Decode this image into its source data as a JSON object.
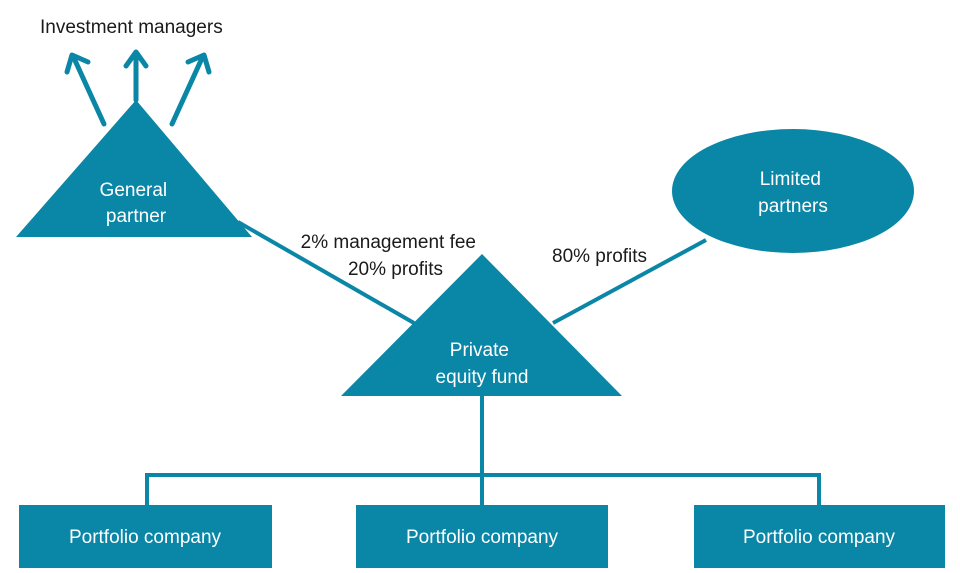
{
  "colors": {
    "accent": "#0a86a6",
    "text_dark": "#1a1a1a",
    "text_light": "#ffffff"
  },
  "investment_managers": {
    "label": "Investment managers"
  },
  "general_partner": {
    "line1": "General",
    "line2": "partner"
  },
  "limited_partners": {
    "line1": "Limited",
    "line2": "partners"
  },
  "private_equity_fund": {
    "line1": "Private",
    "line2": "equity fund"
  },
  "gp_flow": {
    "line1": "2% management fee",
    "line2": "20% profits"
  },
  "lp_flow": {
    "label": "80% profits"
  },
  "portfolio_companies": [
    {
      "label": "Portfolio company"
    },
    {
      "label": "Portfolio company"
    },
    {
      "label": "Portfolio company"
    }
  ]
}
